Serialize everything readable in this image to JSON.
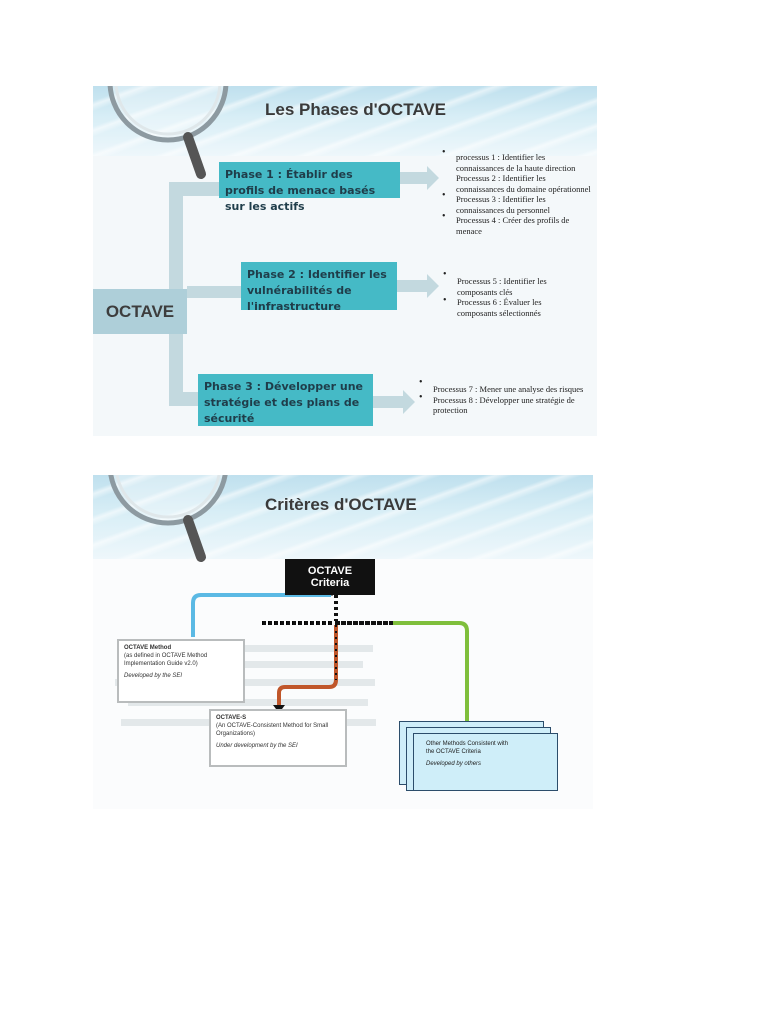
{
  "slide1": {
    "title": "Les Phases d'OCTAVE",
    "root": "OCTAVE",
    "phases": [
      {
        "label": "Phase 1 : Établir des profils de menace basés sur les actifs",
        "processes": [
          "processus 1 : Identifier les connaissances de la haute direction",
          "Processus 2 : Identifier les connaissances du domaine opérationnel",
          "Processus 3 : Identifier les connaissances du personnel",
          "Processus 4 : Créer des profils de menace"
        ]
      },
      {
        "label": "Phase 2 : Identifier les vulnérabilités de l'infrastructure",
        "processes": [
          "Processus 5 : Identifier les composants clés",
          "Processus 6 : Évaluer les composants sélectionnés"
        ]
      },
      {
        "label": "Phase 3 : Développer une stratégie et des plans de sécurité",
        "processes": [
          "Processus 7 : Mener une analyse des risques",
          "Processus 8 : Développer une stratégie de protection"
        ]
      }
    ],
    "bullet": "•"
  },
  "slide2": {
    "title": "Critères d'OCTAVE",
    "criteria_line1": "OCTAVE",
    "criteria_line2": "Criteria",
    "method": {
      "title": "OCTAVE Method",
      "desc": "(as defined in OCTAVE Method Implementation Guide v2.0)",
      "note": "Developed by the SEI"
    },
    "octave_s": {
      "title": "OCTAVE-S",
      "desc": "(An OCTAVE-Consistent Method for Small Organizations)",
      "note": "Under development by the SEI"
    },
    "other": {
      "desc": "Other Methods Consistent with the OCTAVE Criteria",
      "note": "Developed by others"
    }
  },
  "colors": {
    "phase": "#45bac6",
    "octave_box": "#aecfd9",
    "arrow": "#c3d9df",
    "blue_line": "#5bb9e4",
    "orange_line": "#c0562a",
    "green_line": "#7fbf3c"
  }
}
